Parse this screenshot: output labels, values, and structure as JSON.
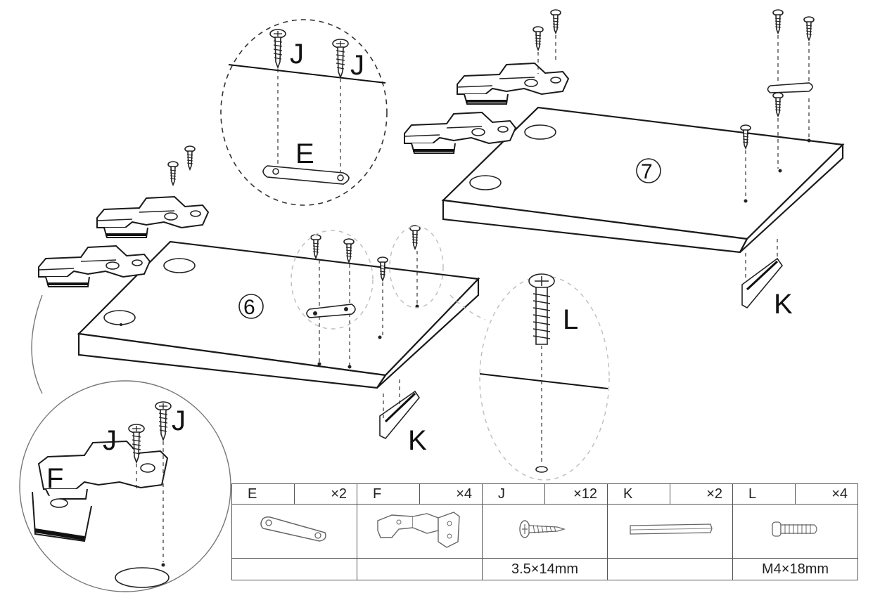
{
  "callouts": {
    "top_j_left": "J",
    "top_j_right": "J",
    "top_e": "E",
    "bottom_j_left": "J",
    "bottom_j_right": "J",
    "bottom_f": "F",
    "right_l": "L",
    "k_front": "K",
    "k_back": "K"
  },
  "panels": {
    "panel_6": "6",
    "panel_7": "7"
  },
  "parts_table": {
    "columns": [
      {
        "letter": "E",
        "qty": "×2",
        "icon": "bracket-plate-icon",
        "size": ""
      },
      {
        "letter": "F",
        "qty": "×4",
        "icon": "hinge-icon",
        "size": ""
      },
      {
        "letter": "J",
        "qty": "×12",
        "icon": "wood-screw-icon",
        "size": "3.5×14mm"
      },
      {
        "letter": "K",
        "qty": "×2",
        "icon": "rail-strip-icon",
        "size": ""
      },
      {
        "letter": "L",
        "qty": "×4",
        "icon": "machine-screw-icon",
        "size": "M4×18mm"
      }
    ]
  }
}
